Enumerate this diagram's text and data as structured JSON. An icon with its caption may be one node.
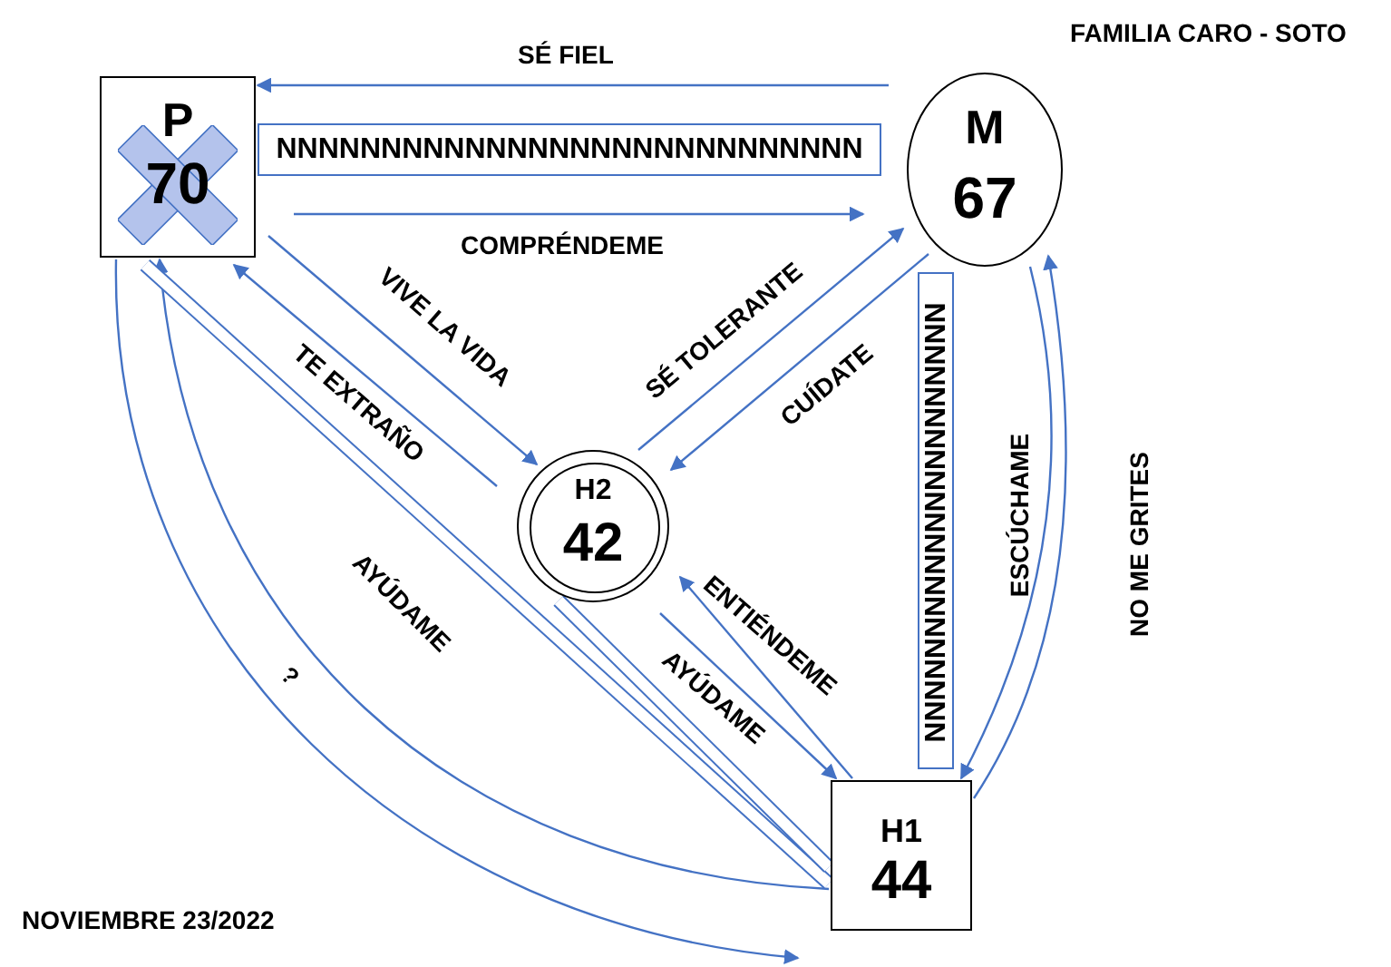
{
  "diagram": {
    "title": "FAMILIA CARO - SOTO",
    "caption": "NOVIEMBRE 23/2022",
    "nodes": [
      {
        "text": [
          "P",
          "70"
        ]
      },
      {
        "text": [
          "M",
          "67"
        ]
      },
      {
        "text": [
          "H2",
          "42"
        ]
      },
      {
        "text": [
          "H1",
          "44"
        ]
      },
      {
        "text": [
          "NNNNNNNNNNNNNNNNNNNNNNNNNNNN"
        ]
      },
      {
        "text": [
          "NNNNNNNNNNNNNNNNNNNNN"
        ]
      }
    ],
    "edges": [
      {
        "from": 1,
        "to": 0,
        "arrow": "to",
        "label": "SÉ FIEL"
      },
      {
        "from": 0,
        "to": 1,
        "arrow": "to",
        "label": "COMPRÉNDEME"
      },
      {
        "from": 0,
        "to": 2,
        "arrow": "to",
        "label": "VIVE LA VIDA"
      },
      {
        "from": 2,
        "to": 0,
        "arrow": "to",
        "label": "TE EXTRAÑO"
      },
      {
        "from": 2,
        "to": 1,
        "arrow": "to",
        "label": "SÉ TOLERANTE"
      },
      {
        "from": 1,
        "to": 2,
        "arrow": "to",
        "label": "CUÍDATE"
      },
      {
        "from": 3,
        "to": 2,
        "arrow": "to",
        "label": "ENTIÉNDEME"
      },
      {
        "from": 2,
        "to": 3,
        "arrow": "to",
        "label": "AYÚDAME"
      },
      {
        "from": 1,
        "to": 3,
        "arrow": "to",
        "label": "ESCÚCHAME"
      },
      {
        "from": 3,
        "to": 1,
        "arrow": "to",
        "label": "NO ME GRITES"
      },
      {
        "from": 3,
        "to": 0,
        "arrow": "to",
        "label": "AYÚDAME"
      },
      {
        "from": 0,
        "to": 3,
        "arrow": "to",
        "label": "?"
      },
      {
        "from": 0,
        "to": 3,
        "arrow": "none",
        "style": "thick"
      },
      {
        "from": 2,
        "to": 3,
        "arrow": "none",
        "style": "thick"
      }
    ]
  }
}
